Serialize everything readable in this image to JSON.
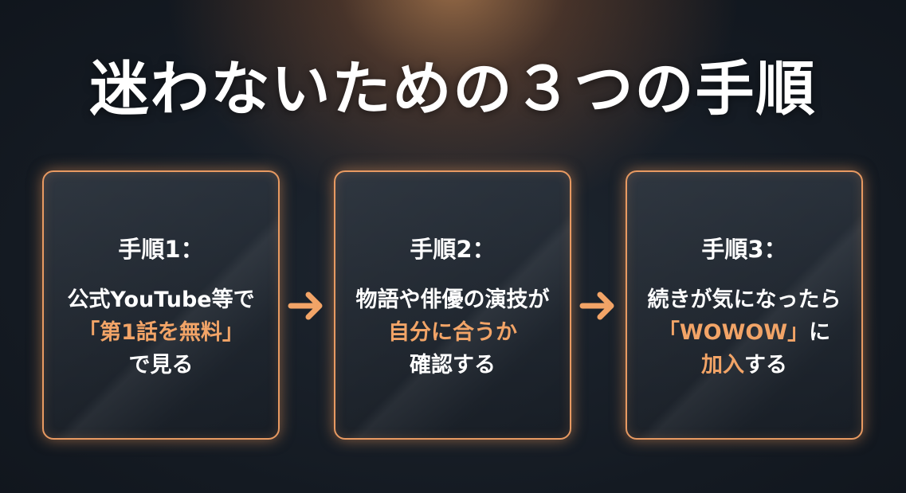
{
  "title": "迷わないための３つの手順",
  "colors": {
    "accent": "#f2a467",
    "border": "#e89a62",
    "background": "#141a22"
  },
  "steps": [
    {
      "label": "手順1：",
      "lines": [
        {
          "parts": [
            {
              "text": "公式YouTube等で"
            }
          ]
        },
        {
          "parts": [
            {
              "text": "「第1話を無料」",
              "highlight": true
            }
          ]
        },
        {
          "parts": [
            {
              "text": "で見る"
            }
          ]
        }
      ]
    },
    {
      "label": "手順2：",
      "lines": [
        {
          "parts": [
            {
              "text": "物語や俳優の演技が"
            }
          ]
        },
        {
          "parts": [
            {
              "text": "自分に合うか",
              "highlight": true
            }
          ]
        },
        {
          "parts": [
            {
              "text": "確認する"
            }
          ]
        }
      ]
    },
    {
      "label": "手順3：",
      "lines": [
        {
          "parts": [
            {
              "text": "続きが気になったら"
            }
          ]
        },
        {
          "parts": [
            {
              "text": "「WOWOW」",
              "highlight": true
            },
            {
              "text": "に"
            }
          ]
        },
        {
          "parts": [
            {
              "text": "加入",
              "highlight": true
            },
            {
              "text": "する"
            }
          ]
        }
      ]
    }
  ],
  "arrows": [
    {
      "icon": "arrow-right-icon"
    },
    {
      "icon": "arrow-right-icon"
    }
  ]
}
